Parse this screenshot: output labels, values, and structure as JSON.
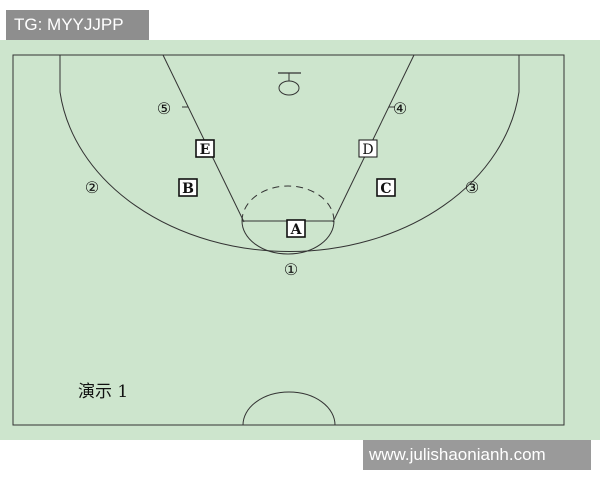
{
  "watermarks": {
    "top": "TG: MYYJJPP",
    "bottom": "www.julishaonianh.com"
  },
  "court": {
    "line_color": "#333333",
    "background": "#cde5cd"
  },
  "markers": {
    "square": {
      "A": "A",
      "B": "B",
      "C": "C",
      "D": "D",
      "E": "E"
    },
    "circled": {
      "1": "①",
      "2": "②",
      "3": "③",
      "4": "④",
      "5": "⑤"
    }
  },
  "caption": "演示 1"
}
